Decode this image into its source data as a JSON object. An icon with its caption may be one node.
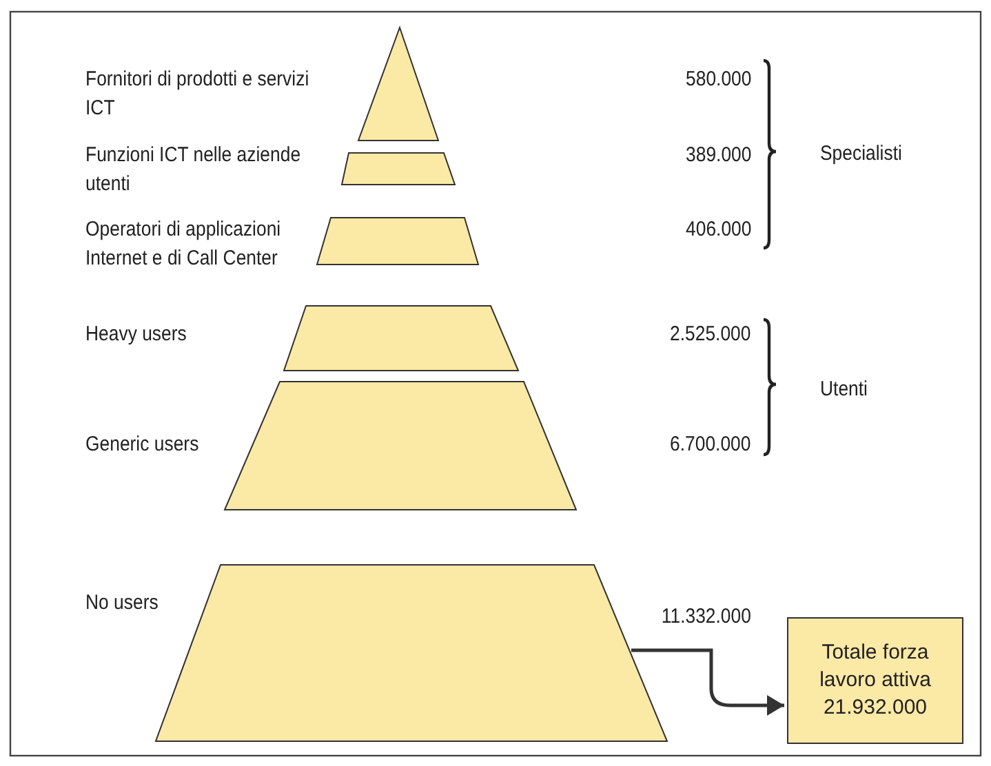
{
  "diagram": {
    "nodes": [
      {
        "text": [],
        "shape": "triangle"
      },
      {
        "text": [],
        "shape": "trapezoid"
      },
      {
        "text": [],
        "shape": "trapezoid"
      },
      {
        "text": [],
        "shape": "trapezoid"
      },
      {
        "text": [],
        "shape": "trapezoid"
      },
      {
        "text": [],
        "shape": "trapezoid"
      },
      {
        "text": [
          "Totale forza lavoro attiva 21.932.000"
        ]
      }
    ],
    "edges": [
      {
        "from": 5,
        "to": 6,
        "arrow": "to"
      }
    ],
    "labels": [
      "Fornitori di prodotti e servizi ICT",
      "580.000",
      "Funzioni ICT nelle aziende utenti",
      "389.000",
      "Specialisti",
      "Operatori di applicazioni Internet e di Call Center",
      "406.000",
      "Heavy users",
      "2.525.000",
      "Utenti",
      "Generic users",
      "6.700.000",
      "No users",
      "11.332.000"
    ]
  }
}
